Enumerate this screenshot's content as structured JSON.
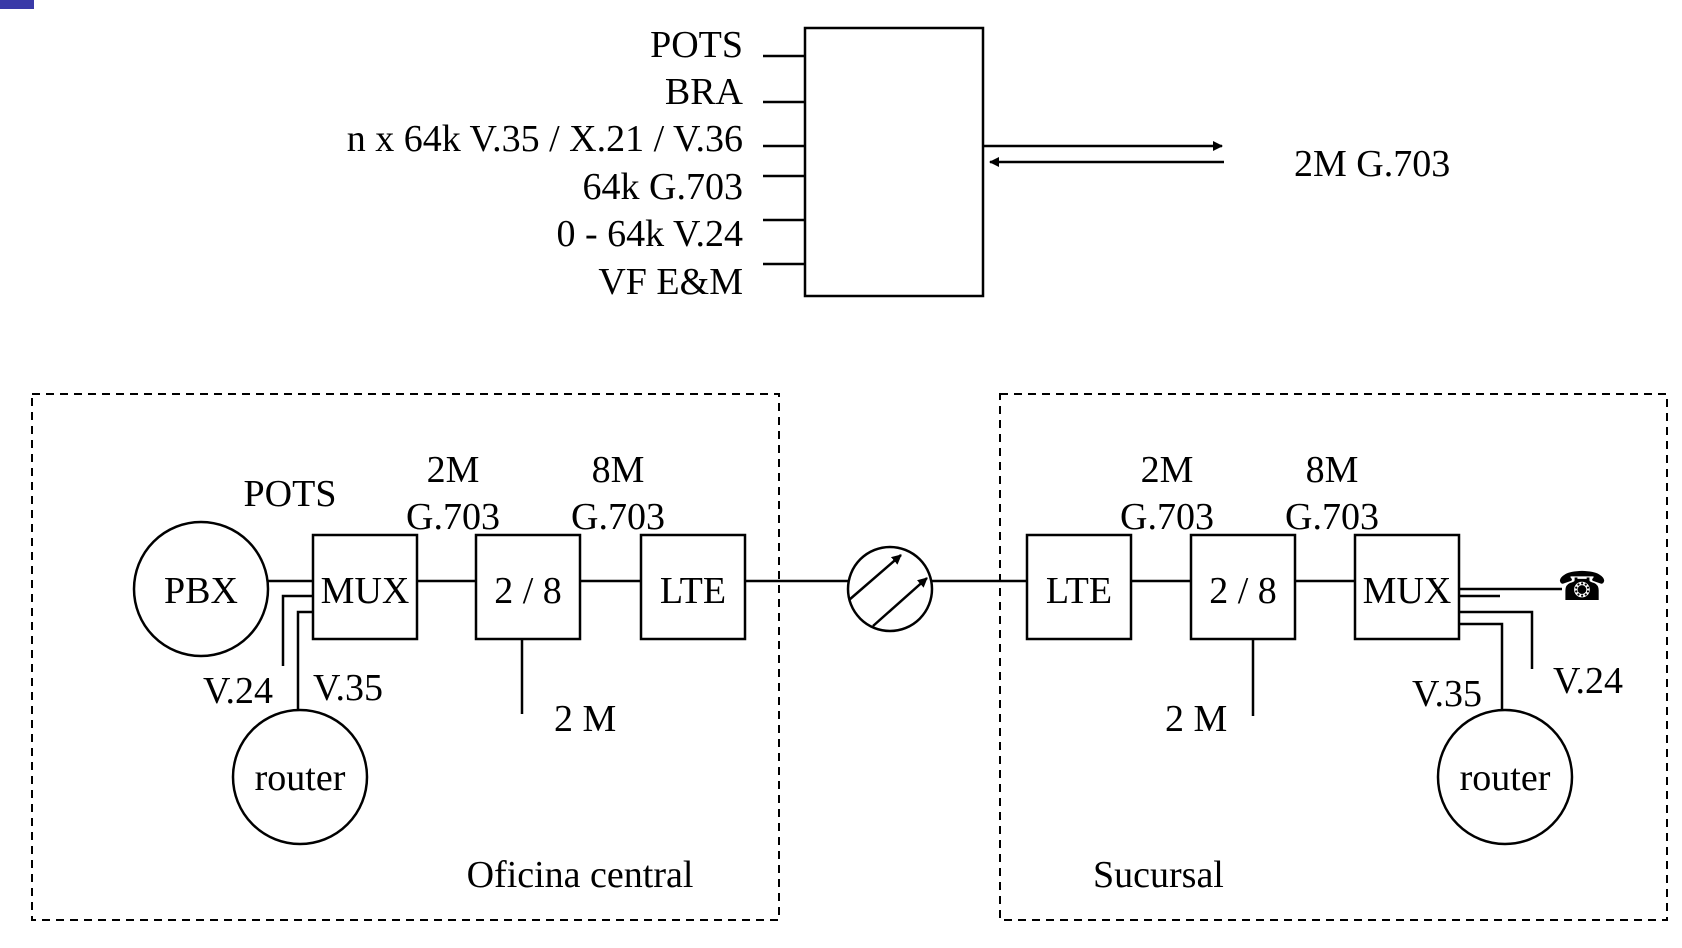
{
  "accent_color": "#3a3aa8",
  "mux_block": {
    "inputs": [
      "POTS",
      "BRA",
      "n x 64k V.35 / X.21 / V.36",
      "64k G.703",
      "0 - 64k V.24",
      "VF E&M"
    ],
    "output": "2M G.703"
  },
  "central": {
    "caption": "Oficina central",
    "pbx": "PBX",
    "pots": "POTS",
    "mux": "MUX",
    "v24": "V.24",
    "v35": "V.35",
    "router": "router",
    "rate_2m": "2M",
    "g703_a": "G.703",
    "rate_8m": "8M",
    "g703_b": "G.703",
    "converter": "2 / 8",
    "lte": "LTE",
    "tributary": "2 M"
  },
  "branch": {
    "caption": "Sucursal",
    "lte": "LTE",
    "rate_2m": "2M",
    "g703_a": "G.703",
    "rate_8m": "8M",
    "g703_b": "G.703",
    "converter": "2 / 8",
    "mux": "MUX",
    "tributary": "2 M",
    "v35": "V.35",
    "v24": "V.24",
    "router": "router",
    "phone_icon": "telephone-icon"
  },
  "link_icon": "radio-link-icon"
}
